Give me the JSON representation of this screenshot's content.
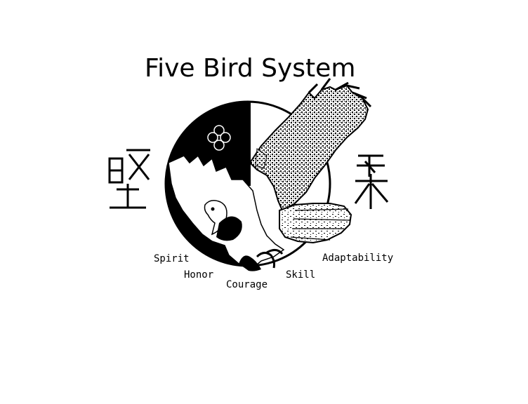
{
  "title": "Five Bird System",
  "virtues": [
    {
      "label": "Spirit"
    },
    {
      "label": "Honor"
    },
    {
      "label": "Courage"
    },
    {
      "label": "Skill"
    },
    {
      "label": "Adaptability"
    }
  ],
  "calligraphy": {
    "left_character": "堅",
    "right_character": "柔"
  },
  "colors": {
    "ink": "#000000",
    "paper": "#ffffff"
  },
  "icons": [
    "yin-yang-emblem",
    "eagle-icon",
    "quatrefoil-icon"
  ]
}
